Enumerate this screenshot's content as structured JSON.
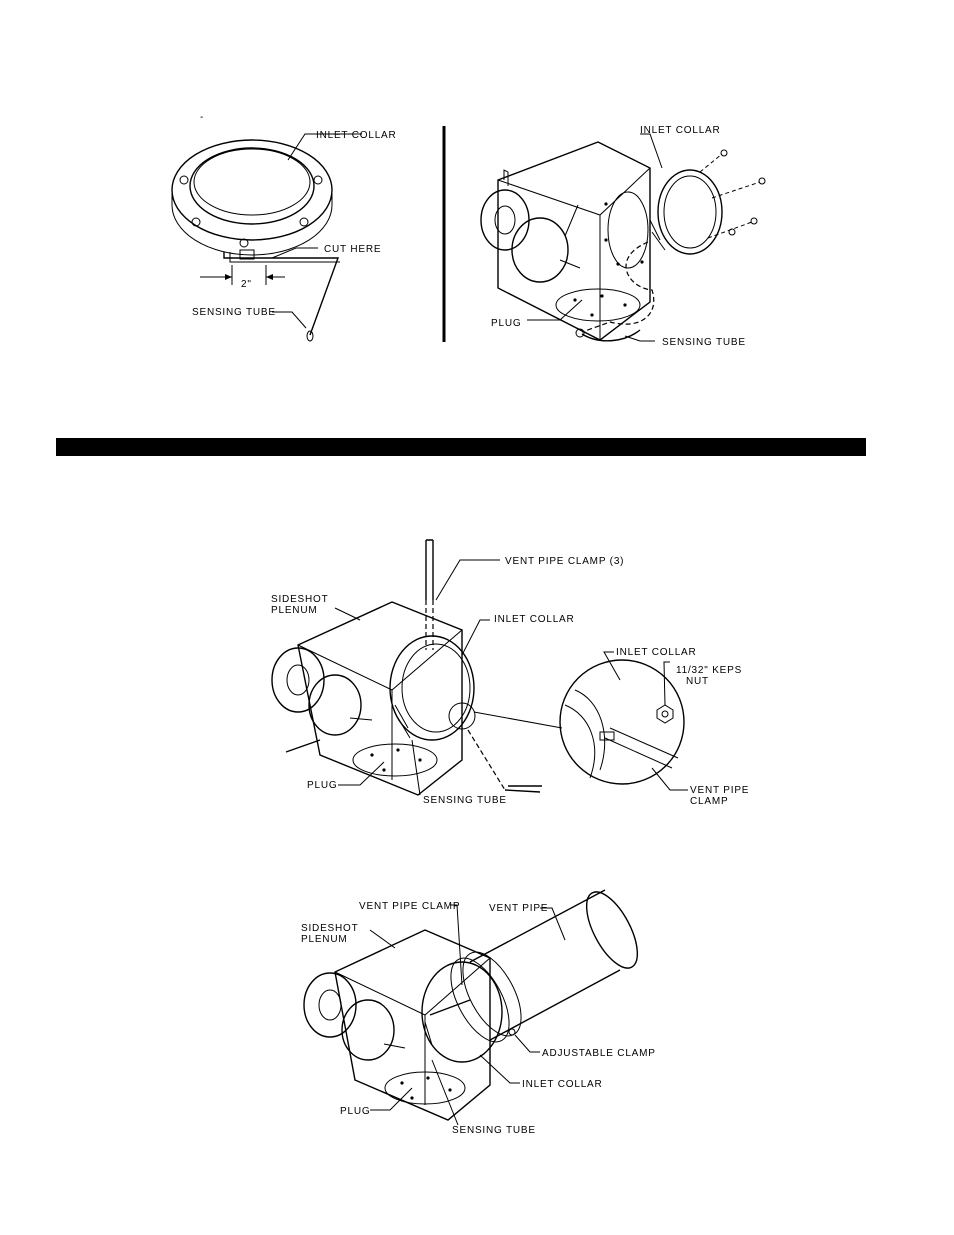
{
  "figure1": {
    "mark": "-",
    "inlet_collar": "INLET COLLAR",
    "cut_here": "CUT HERE",
    "dimension": "2\"",
    "sensing_tube": "SENSING TUBE"
  },
  "figure2": {
    "inlet_collar": "INLET COLLAR",
    "plug": "PLUG",
    "sensing_tube": "SENSING TUBE"
  },
  "figure3": {
    "vent_pipe_clamp_3": "VENT PIPE CLAMP (3)",
    "sideshot_plenum_1": "SIDESHOT",
    "sideshot_plenum_2": "PLENUM",
    "inlet_collar": "INLET COLLAR",
    "plug": "PLUG",
    "sensing_tube": "SENSING TUBE",
    "detail_inlet_collar": "INLET COLLAR",
    "keps_nut_1": "11/32\" KEPS",
    "keps_nut_2": "NUT",
    "vent_pipe_clamp_1": "VENT PIPE",
    "vent_pipe_clamp_2": "CLAMP"
  },
  "figure4": {
    "vent_pipe_clamp": "VENT PIPE CLAMP",
    "vent_pipe": "VENT PIPE",
    "sideshot_plenum_1": "SIDESHOT",
    "sideshot_plenum_2": "PLENUM",
    "adjustable_clamp": "ADJUSTABLE CLAMP",
    "inlet_collar": "INLET COLLAR",
    "plug": "PLUG",
    "sensing_tube": "SENSING TUBE"
  }
}
